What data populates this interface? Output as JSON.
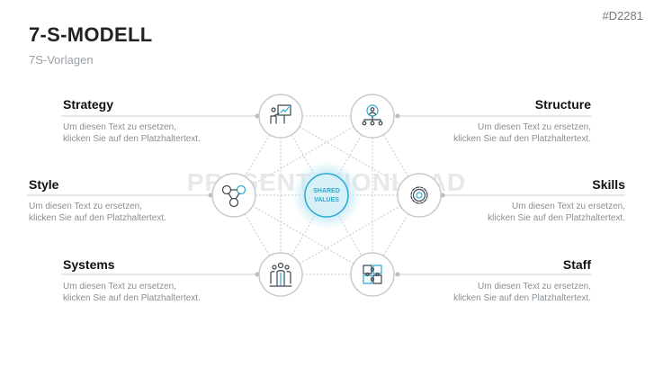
{
  "header": {
    "title": "7-S-MODELL",
    "subtitle": "7S-Vorlagen",
    "code": "#D2281"
  },
  "watermark": "PRESENTATIONLOAD",
  "center": {
    "line1": "SHARED",
    "line2": "VALUES"
  },
  "items": [
    {
      "key": "strategy",
      "title": "Strategy",
      "icon": "presentation-icon",
      "desc1": "Um diesen Text zu ersetzen,",
      "desc2": "klicken Sie auf den Platzhaltertext."
    },
    {
      "key": "structure",
      "title": "Structure",
      "icon": "org-chart-icon",
      "desc1": "Um diesen Text zu ersetzen,",
      "desc2": "klicken Sie auf den Platzhaltertext."
    },
    {
      "key": "style",
      "title": "Style",
      "icon": "people-network-icon",
      "desc1": "Um diesen Text zu ersetzen,",
      "desc2": "klicken Sie auf den Platzhaltertext."
    },
    {
      "key": "skills",
      "title": "Skills",
      "icon": "gear-icon",
      "desc1": "Um diesen Text zu ersetzen,",
      "desc2": "klicken Sie auf den Platzhaltertext."
    },
    {
      "key": "systems",
      "title": "Systems",
      "icon": "team-icon",
      "desc1": "Um diesen Text zu ersetzen,",
      "desc2": "klicken Sie auf den Platzhaltertext."
    },
    {
      "key": "staff",
      "title": "Staff",
      "icon": "puzzle-icon",
      "desc1": "Um diesen Text zu ersetzen,",
      "desc2": "klicken Sie auf den Platzhaltertext."
    }
  ],
  "colors": {
    "accent": "#29a9d0",
    "center_fill": "#d7f0f8",
    "node_stroke": "#c8cdd2",
    "line": "#cfd3d6"
  }
}
